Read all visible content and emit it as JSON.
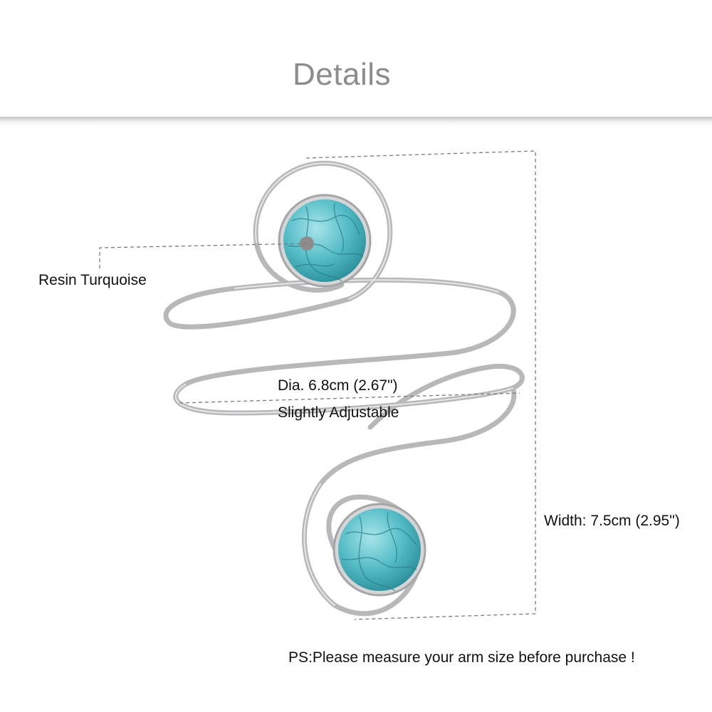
{
  "header": {
    "title": "Details"
  },
  "annotations": {
    "material": "Resin Turquoise",
    "diameter": "Dia.  6.8cm (2.67\")",
    "adjustability": "Slightly Adjustable",
    "width": "Width: 7.5cm (2.95\")"
  },
  "footer": {
    "note": "PS:Please measure your arm size before purchase !"
  },
  "colors": {
    "title": "#8c8c8c",
    "text": "#111111",
    "silver": "#c4c4c6",
    "turquoise": "#4fb7c2",
    "dashed_line": "#7a7a7a"
  }
}
